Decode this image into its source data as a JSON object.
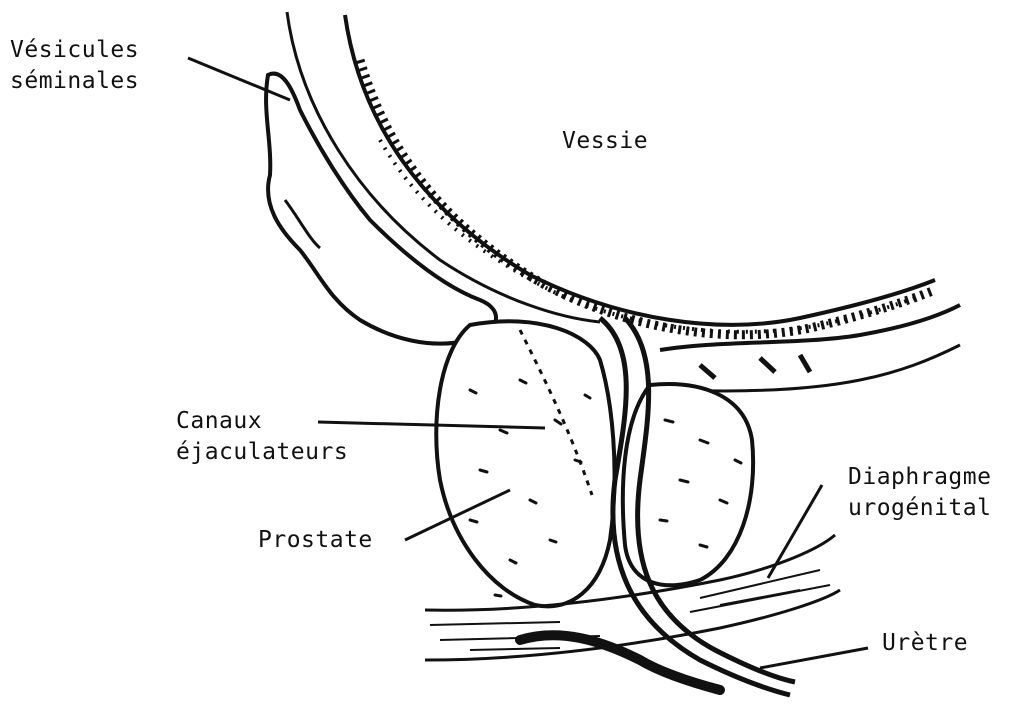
{
  "figure": {
    "background": "#ffffff",
    "ink": "#111111",
    "labels": {
      "vesicules": [
        "Vésicules",
        "séminales"
      ],
      "vessie": "Vessie",
      "canaux": [
        "Canaux",
        "éjaculateurs"
      ],
      "prostate": "Prostate",
      "diaphragme": [
        "Diaphragme",
        "urogénital"
      ],
      "uretre": "Urètre"
    }
  }
}
